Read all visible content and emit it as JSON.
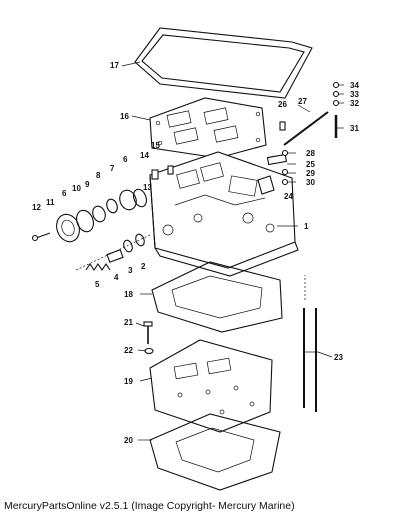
{
  "caption": "MercuryPartsOnline v2.5.1 (Image Copyright- Mercury Marine)",
  "callouts": {
    "c1": "1",
    "c2": "2",
    "c3": "3",
    "c4": "4",
    "c5": "5",
    "c6": "6",
    "c7": "7",
    "c8": "8",
    "c9": "9",
    "c10": "10",
    "c11": "11",
    "c12": "12",
    "c13": "13",
    "c14": "14",
    "c15": "15",
    "c16": "16",
    "c17": "17",
    "c18": "18",
    "c19": "19",
    "c20": "20",
    "c21": "21",
    "c22": "22",
    "c23": "23",
    "c24": "24",
    "c25": "25",
    "c26": "26",
    "c27": "27",
    "c28": "28",
    "c29": "29",
    "c30": "30",
    "c31": "31",
    "c32": "32",
    "c33": "33",
    "c34": "34"
  }
}
